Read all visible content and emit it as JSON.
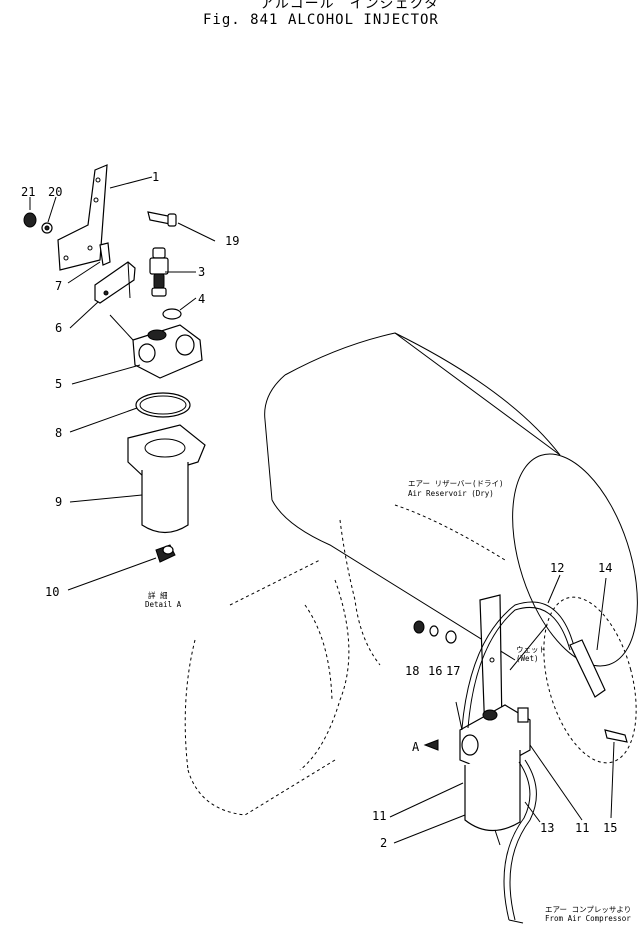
{
  "header": {
    "title_jp": "アルコール　インジェクタ",
    "fig_number": "Fig. 841",
    "title_en": "ALCOHOL INJECTOR"
  },
  "annotations": {
    "air_reservoir_dry_jp": "エアー リザーバー(ドライ)",
    "air_reservoir_dry_en": "Air Reservoir (Dry)",
    "wet_jp": "ウェット",
    "wet_en": "(Wet)",
    "detail_jp": "詳 細",
    "detail_en": "Detail A",
    "detail_marker": "A",
    "from_compressor_jp": "エアー コンプレッサより",
    "from_compressor_en": "From Air Compressor"
  },
  "callouts": {
    "c1": "1",
    "c2": "2",
    "c3": "3",
    "c4": "4",
    "c5": "5",
    "c6": "6",
    "c7": "7",
    "c8": "8",
    "c9": "9",
    "c10": "10",
    "c11a": "11",
    "c11b": "11",
    "c12": "12",
    "c13": "13",
    "c14": "14",
    "c15": "15",
    "c16": "16",
    "c17": "17",
    "c18": "18",
    "c19": "19",
    "c20": "20",
    "c21": "21"
  }
}
